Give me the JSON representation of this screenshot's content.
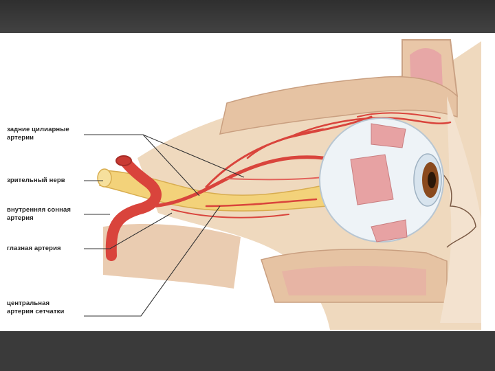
{
  "labels": {
    "posterior_ciliary": [
      "задние цилиарные",
      "артерии"
    ],
    "optic_nerve": [
      "зрительный нерв"
    ],
    "internal_carotid": [
      "внутренняя сонная",
      "артерия"
    ],
    "ophthalmic_artery": [
      "глазная артерия"
    ],
    "central_retinal": [
      "центральная",
      "артерия сетчатки"
    ]
  },
  "colors": {
    "background": "#3b3b3b",
    "panel": "#ffffff",
    "bone": "#e8cfb0",
    "tissue": "#d9b79a",
    "artery": "#d9443c",
    "nerve": "#f3d27a",
    "sclera": "#eef3f7",
    "iris": "#8a4a1e",
    "muscle": "#e7a2a3"
  }
}
